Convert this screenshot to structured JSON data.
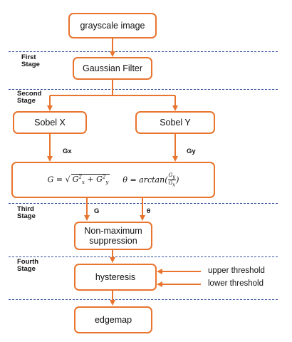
{
  "colors": {
    "box_border": "#e8742e",
    "arrow": "#e8742e",
    "divider": "#2f4e9e",
    "text": "#111111"
  },
  "nodes": {
    "grayscale": "grayscale image",
    "gaussian": "Gaussian Filter",
    "sobel_x": "Sobel X",
    "sobel_y": "Sobel Y",
    "nonmax_line1": "Non-maximum",
    "nonmax_line2": "suppression",
    "hysteresis": "hysteresis",
    "edgemap": "edgemap"
  },
  "formula": {
    "magnitude_lhs": "G = ",
    "magnitude_rhs_prefix": "G",
    "gx_sub": "x",
    "gy_sub": "y",
    "sq": "2",
    "plus": " + ",
    "theta_lhs": "θ = arctan",
    "frac_num": "G",
    "frac_num_sub": "y",
    "frac_den": "G",
    "frac_den_sub": "x"
  },
  "stages": {
    "first_l1": "First",
    "first_l2": "Stage",
    "second_l1": "Second",
    "second_l2": "Stage",
    "third_l1": "Third",
    "third_l2": "Stage",
    "fourth_l1": "Fourth",
    "fourth_l2": "Stage"
  },
  "edge_labels": {
    "gx": "Gx",
    "gy": "Gy",
    "g": "G",
    "theta": "θ"
  },
  "inputs": {
    "upper": "upper threshold",
    "lower": "lower threshold"
  }
}
